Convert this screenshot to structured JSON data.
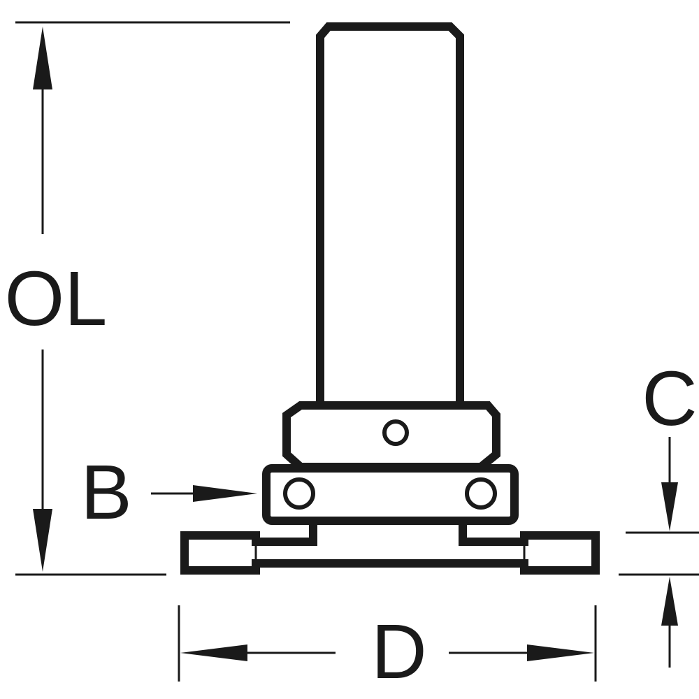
{
  "labels": {
    "overall_length": "OL",
    "bearing": "B",
    "cutting_height": "C",
    "diameter": "D"
  },
  "colors": {
    "ink": "#1a1a1a",
    "background": "#ffffff"
  }
}
